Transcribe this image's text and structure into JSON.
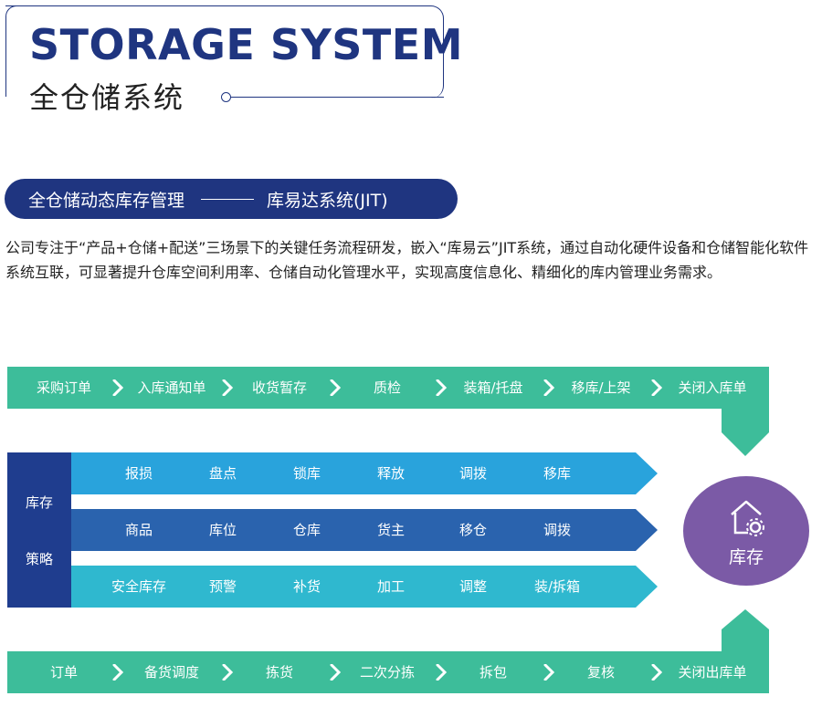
{
  "header": {
    "title_en": "STORAGE SYSTEM",
    "title_cn": "全仓储系统"
  },
  "pill": {
    "left": "全仓储动态库存管理",
    "right": "库易达系统(JIT)"
  },
  "intro": {
    "text": "公司专注于“产品+仓储+配送”三场景下的关键任务流程研发，嵌入“库易云”JIT系统，通过自动化硬件设备和仓储智能化软件系统互联，可显著提升仓库空间利用率、仓储自动化管理水平，实现高度信息化、精细化的库内管理业务需求。"
  },
  "inbound_steps": [
    "采购订单",
    "入库通知单",
    "收货暂存",
    "质检",
    "装箱/托盘",
    "移库/上架",
    "关闭入库单"
  ],
  "outbound_steps": [
    "订单",
    "备货调度",
    "拣货",
    "二次分拣",
    "拆包",
    "复核",
    "关闭出库单"
  ],
  "strategy": {
    "line1": "库存",
    "line2": "策略",
    "rows": [
      {
        "color": "#29a3dc",
        "items": [
          "报损",
          "盘点",
          "锁库",
          "释放",
          "调拨",
          "移库"
        ]
      },
      {
        "color": "#2a63ae",
        "items": [
          "商品",
          "库位",
          "仓库",
          "货主",
          "移仓",
          "调拨"
        ]
      },
      {
        "color": "#2fb8cf",
        "items": [
          "安全库存",
          "预警",
          "补货",
          "加工",
          "调整",
          "装/拆箱"
        ]
      }
    ]
  },
  "inventory": {
    "label": "库存"
  },
  "colors": {
    "navy": "#1f3580",
    "green": "#3dbd9a",
    "purple": "#7b5aa6"
  }
}
